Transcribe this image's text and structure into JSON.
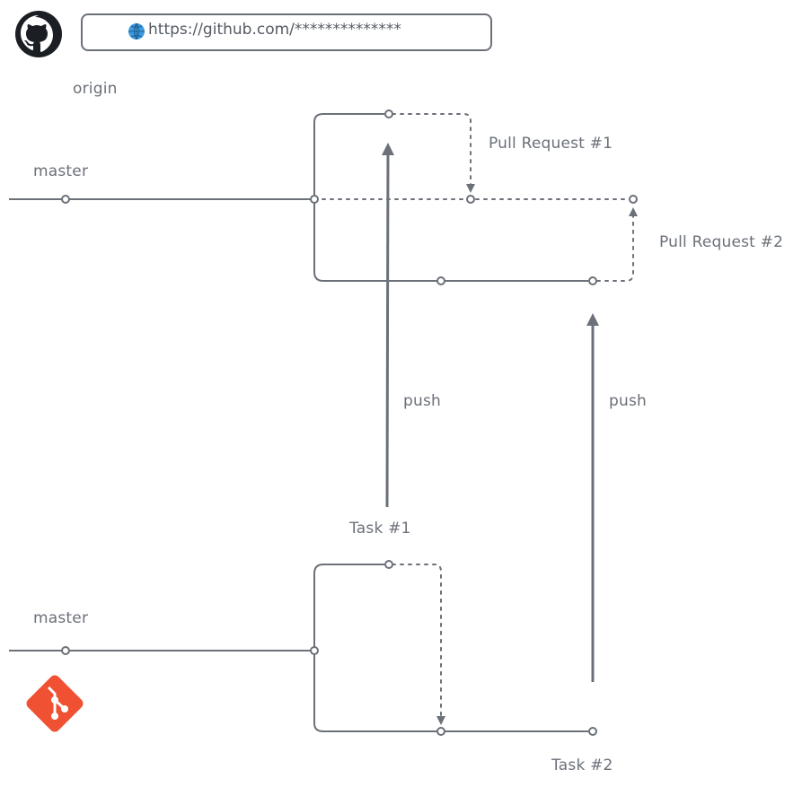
{
  "header": {
    "url": "https://github.com/**************",
    "globe_icon": "globe-icon",
    "github_icon": "github-logo-icon",
    "git_icon": "git-logo-icon"
  },
  "labels": {
    "origin": "origin",
    "master_top": "master",
    "master_bottom": "master",
    "pull_request_1": "Pull Request #1",
    "pull_request_2": "Pull Request #2",
    "push_1": "push",
    "push_2": "push",
    "task_1": "Task #1",
    "task_2": "Task #2"
  },
  "colors": {
    "line": "#6b7079",
    "git_orange": "#f05133",
    "globe_blue": "#3b9ae1"
  }
}
